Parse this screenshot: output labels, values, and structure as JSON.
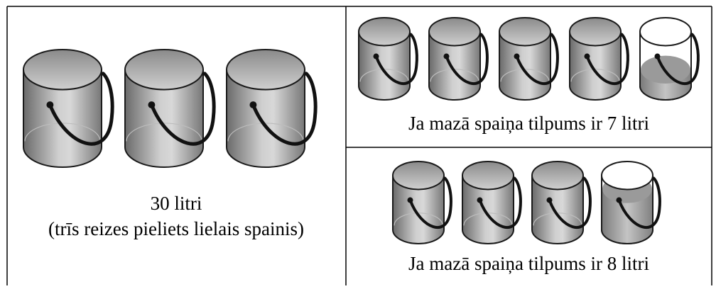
{
  "left_panel": {
    "caption_line1": "30 litri",
    "caption_line2": "(trīs reizes pieliets lielais spainis)",
    "bucket_count": 3
  },
  "top_right_panel": {
    "caption": "Ja mazā spaiņa tilpums ir 7 litri",
    "full_buckets": 4,
    "partial_buckets": 1,
    "partial_fill_fraction": 0.3
  },
  "bottom_right_panel": {
    "caption": "Ja mazā spaiņa tilpums ir 8 litri",
    "full_buckets": 3,
    "partial_buckets": 1,
    "partial_fill_fraction": 0.75
  },
  "colors": {
    "border": "#000000",
    "bucket_dark": "#6a6a6a",
    "bucket_light": "#d8d8d8",
    "water": "#a0a0a0",
    "handle": "#111111"
  },
  "icons": [
    "bucket-icon"
  ]
}
